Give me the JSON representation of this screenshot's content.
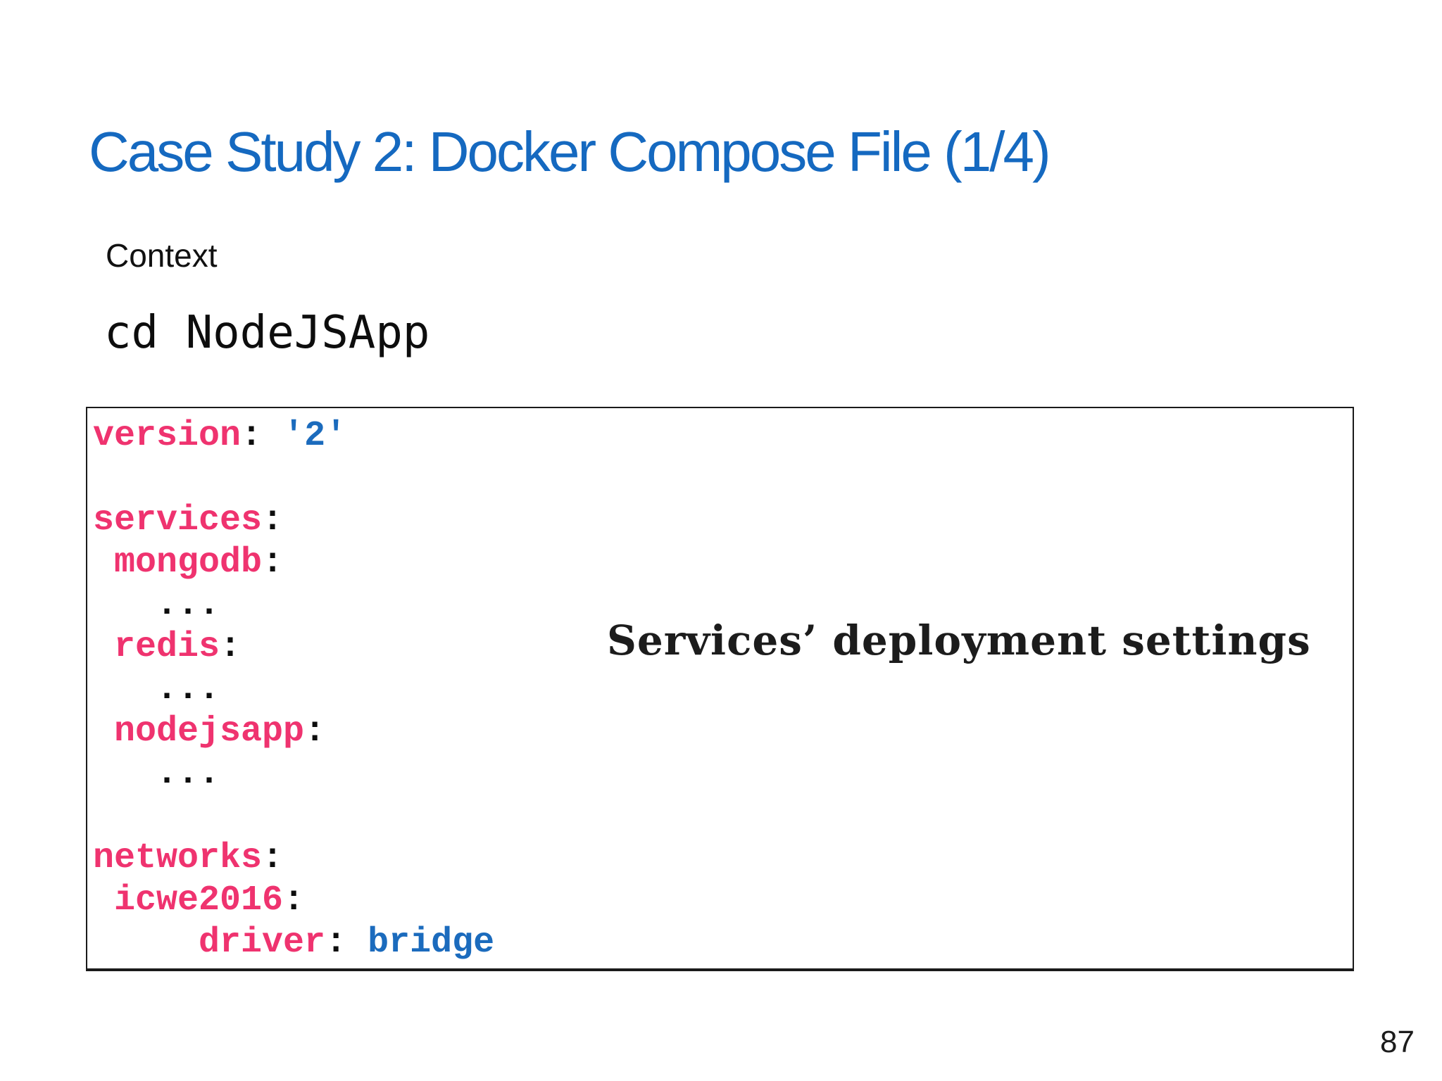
{
  "slide": {
    "title": "Case Study 2: Docker Compose File (1/4)",
    "context_label": "Context",
    "command": "cd NodeJSApp",
    "annotation": "Services’ deployment settings",
    "page_number": "87"
  },
  "colors": {
    "title_blue": "#1569c0",
    "code_key_pink": "#ef336f",
    "code_value_blue": "#1b6bbd",
    "code_plain_black": "#0d0d0d"
  },
  "code_block": {
    "language": "yaml",
    "lines": [
      [
        {
          "style": "key",
          "text": "version"
        },
        {
          "style": "plain",
          "text": ": "
        },
        {
          "style": "value",
          "text": "'2'"
        }
      ],
      [],
      [
        {
          "style": "key",
          "text": "services"
        },
        {
          "style": "plain",
          "text": ":"
        }
      ],
      [
        {
          "style": "plain",
          "text": " "
        },
        {
          "style": "key",
          "text": "mongodb"
        },
        {
          "style": "plain",
          "text": ":"
        }
      ],
      [
        {
          "style": "plain",
          "text": "   ..."
        }
      ],
      [
        {
          "style": "plain",
          "text": " "
        },
        {
          "style": "key",
          "text": "redis"
        },
        {
          "style": "plain",
          "text": ":"
        }
      ],
      [
        {
          "style": "plain",
          "text": "   ..."
        }
      ],
      [
        {
          "style": "plain",
          "text": " "
        },
        {
          "style": "key",
          "text": "nodejsapp"
        },
        {
          "style": "plain",
          "text": ":"
        }
      ],
      [
        {
          "style": "plain",
          "text": "   ..."
        }
      ],
      [],
      [
        {
          "style": "key",
          "text": "networks"
        },
        {
          "style": "plain",
          "text": ":"
        }
      ],
      [
        {
          "style": "plain",
          "text": " "
        },
        {
          "style": "key",
          "text": "icwe2016"
        },
        {
          "style": "plain",
          "text": ":"
        }
      ],
      [
        {
          "style": "plain",
          "text": "     "
        },
        {
          "style": "key",
          "text": "driver"
        },
        {
          "style": "plain",
          "text": ": "
        },
        {
          "style": "value",
          "text": "bridge"
        }
      ]
    ]
  }
}
